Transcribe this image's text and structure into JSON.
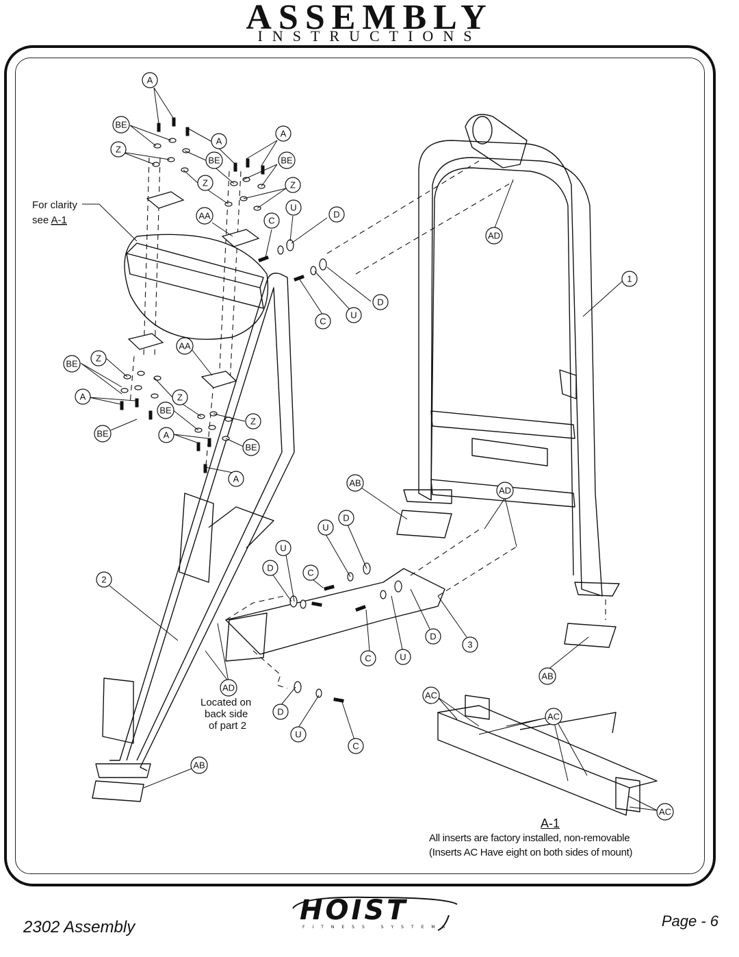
{
  "header": {
    "title": "ASSEMBLY",
    "subtitle": "INSTRUCTIONS"
  },
  "notes": {
    "clarity_line1": "For clarity",
    "clarity_line2_prefix": "see ",
    "clarity_line2_ref": "A-1",
    "located_line1": "Located on",
    "located_line2": "back side",
    "located_line3": "of part 2",
    "detail_title": "A-1",
    "detail_line1": "All inserts are factory installed, non-removable",
    "detail_line2": "(Inserts AC Have eight on both sides of mount)"
  },
  "callouts": {
    "A": "A",
    "BE": "BE",
    "Z": "Z",
    "AA": "AA",
    "C": "C",
    "U": "U",
    "D": "D",
    "AD": "AD",
    "AB": "AB",
    "AC": "AC",
    "part1": "1",
    "part2": "2",
    "part3": "3"
  },
  "footer": {
    "model": "2302 Assembly",
    "page": "Page - 6",
    "logo_text": "HOIST",
    "logo_sub": "FITNESS SYSTEMS"
  }
}
